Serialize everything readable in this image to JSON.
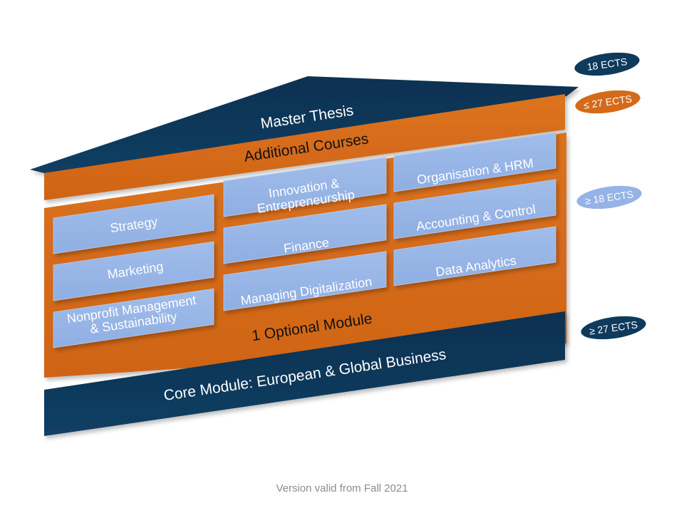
{
  "colors": {
    "navy": "#0e3a5c",
    "orange": "#d46a1a",
    "module_blue": "#95b3e6",
    "badge_light_blue": "#95b3e6",
    "footer_gray": "#8c8c8c"
  },
  "roof": {
    "label": "Master Thesis"
  },
  "additional_courses": {
    "label": "Additional Courses"
  },
  "optional_module": {
    "label": "1 Optional Module",
    "modules": [
      "Strategy",
      "Innovation & Entrepreneurship",
      "Organisation & HRM",
      "Marketing",
      "Finance",
      "Accounting & Control",
      "Nonprofit Management & Sustainability",
      "Managing Digitalization",
      "Data Analytics"
    ],
    "module_lines": {
      "innovation": [
        "Innovation &",
        "Entrepreneurship"
      ],
      "nonprofit": [
        "Nonprofit Management",
        "& Sustainability"
      ]
    }
  },
  "core_module": {
    "label": "Core Module: European & Global Business"
  },
  "badges": {
    "thesis": "18 ECTS",
    "additional": "≤ 27 ECTS",
    "optional": "≥ 18 ECTS",
    "core": "≥ 27 ECTS"
  },
  "footer": "Version valid from Fall 2021"
}
